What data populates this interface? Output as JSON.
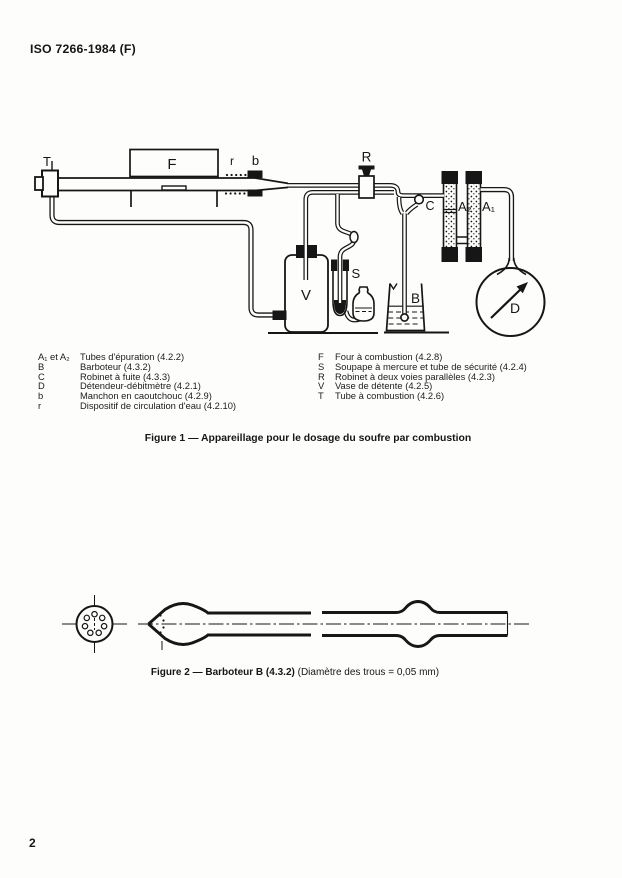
{
  "page": {
    "header": "ISO 7266-1984 (F)",
    "page_number": "2"
  },
  "figure1": {
    "caption": "Figure 1 — Appareillage pour le dosage du soufre par combustion",
    "labels": {
      "T": "T",
      "F": "F",
      "r": "r",
      "b": "b",
      "R": "R",
      "C": "C",
      "A2": "A₂",
      "A1": "A₁",
      "S": "S",
      "V": "V",
      "B": "B",
      "D": "D"
    },
    "legend_left": [
      {
        "key": "A₁ et A₂",
        "label": "Tubes d'épuration (4.2.2)"
      },
      {
        "key": "B",
        "label": "Barboteur (4.3.2)"
      },
      {
        "key": "C",
        "label": "Robinet à fuite (4.3.3)"
      },
      {
        "key": "D",
        "label": "Détendeur-débitmètre (4.2.1)"
      },
      {
        "key": "b",
        "label": "Manchon en caoutchouc (4.2.9)"
      },
      {
        "key": "r",
        "label": "Dispositif de circulation d'eau (4.2.10)"
      }
    ],
    "legend_right": [
      {
        "key": "F",
        "label": "Four à combustion (4.2.8)"
      },
      {
        "key": "S",
        "label": "Soupape à mercure et tube de sécurité (4.2.4)"
      },
      {
        "key": "R",
        "label": "Robinet à deux voies parallèles (4.2.3)"
      },
      {
        "key": "V",
        "label": "Vase de détente (4.2.5)"
      },
      {
        "key": "T",
        "label": "Tube à combustion (4.2.6)"
      }
    ]
  },
  "figure2": {
    "caption_bold": "Figure 2 — Barboteur B (4.3.2)",
    "caption_rest": "(Diamètre des trous = 0,05 mm)"
  }
}
